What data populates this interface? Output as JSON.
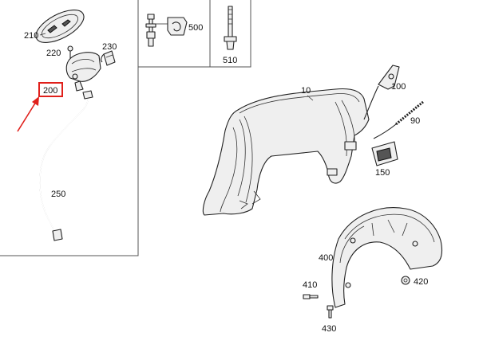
{
  "diagram": {
    "highlight_color": "#e0201b",
    "line_color": "#222222",
    "labels": {
      "p10": "10",
      "p90": "90",
      "p100": "100",
      "p150": "150",
      "p200": "200",
      "p210": "210",
      "p220": "220",
      "p230": "230",
      "p250": "250",
      "p400": "400",
      "p410": "410",
      "p420": "420",
      "p430": "430",
      "p500": "500",
      "p510": "510"
    },
    "highlighted_part": "200"
  }
}
